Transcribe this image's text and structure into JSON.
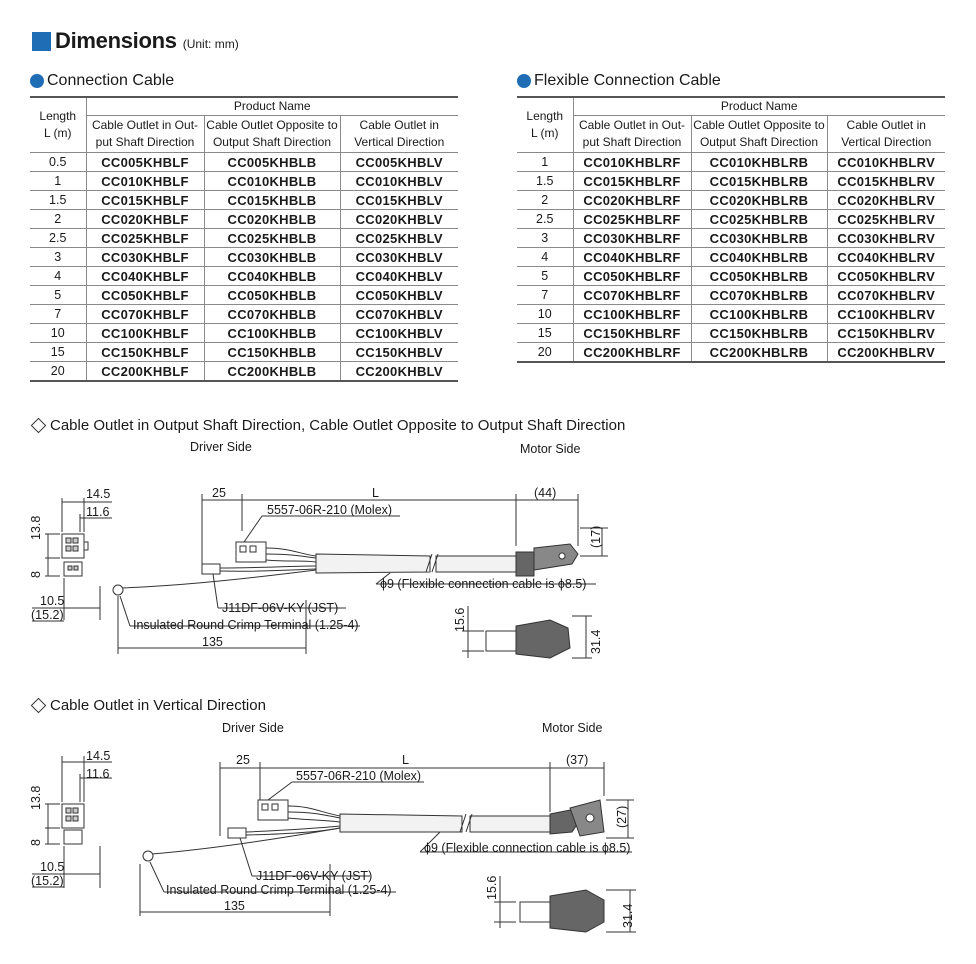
{
  "title": "Dimensions",
  "unit": "(Unit: mm)",
  "table_left": {
    "heading": "Connection Cable",
    "length_header": [
      "Length",
      "L (m)"
    ],
    "product_name_header": "Product Name",
    "col_headers": [
      [
        "Cable Outlet in Out-",
        "put Shaft Direction"
      ],
      [
        "Cable Outlet Opposite to",
        "Output Shaft Direction"
      ],
      [
        "Cable Outlet in",
        "Vertical Direction"
      ]
    ],
    "rows": [
      [
        "0.5",
        "CC005KHBLF",
        "CC005KHBLB",
        "CC005KHBLV"
      ],
      [
        "1",
        "CC010KHBLF",
        "CC010KHBLB",
        "CC010KHBLV"
      ],
      [
        "1.5",
        "CC015KHBLF",
        "CC015KHBLB",
        "CC015KHBLV"
      ],
      [
        "2",
        "CC020KHBLF",
        "CC020KHBLB",
        "CC020KHBLV"
      ],
      [
        "2.5",
        "CC025KHBLF",
        "CC025KHBLB",
        "CC025KHBLV"
      ],
      [
        "3",
        "CC030KHBLF",
        "CC030KHBLB",
        "CC030KHBLV"
      ],
      [
        "4",
        "CC040KHBLF",
        "CC040KHBLB",
        "CC040KHBLV"
      ],
      [
        "5",
        "CC050KHBLF",
        "CC050KHBLB",
        "CC050KHBLV"
      ],
      [
        "7",
        "CC070KHBLF",
        "CC070KHBLB",
        "CC070KHBLV"
      ],
      [
        "10",
        "CC100KHBLF",
        "CC100KHBLB",
        "CC100KHBLV"
      ],
      [
        "15",
        "CC150KHBLF",
        "CC150KHBLB",
        "CC150KHBLV"
      ],
      [
        "20",
        "CC200KHBLF",
        "CC200KHBLB",
        "CC200KHBLV"
      ]
    ]
  },
  "table_right": {
    "heading": "Flexible Connection Cable",
    "length_header": [
      "Length",
      "L (m)"
    ],
    "product_name_header": "Product Name",
    "col_headers": [
      [
        "Cable Outlet in Out-",
        "put Shaft Direction"
      ],
      [
        "Cable Outlet Opposite to",
        "Output Shaft Direction"
      ],
      [
        "Cable Outlet in",
        "Vertical Direction"
      ]
    ],
    "rows": [
      [
        "1",
        "CC010KHBLRF",
        "CC010KHBLRB",
        "CC010KHBLRV"
      ],
      [
        "1.5",
        "CC015KHBLRF",
        "CC015KHBLRB",
        "CC015KHBLRV"
      ],
      [
        "2",
        "CC020KHBLRF",
        "CC020KHBLRB",
        "CC020KHBLRV"
      ],
      [
        "2.5",
        "CC025KHBLRF",
        "CC025KHBLRB",
        "CC025KHBLRV"
      ],
      [
        "3",
        "CC030KHBLRF",
        "CC030KHBLRB",
        "CC030KHBLRV"
      ],
      [
        "4",
        "CC040KHBLRF",
        "CC040KHBLRB",
        "CC040KHBLRV"
      ],
      [
        "5",
        "CC050KHBLRF",
        "CC050KHBLRB",
        "CC050KHBLRV"
      ],
      [
        "7",
        "CC070KHBLRF",
        "CC070KHBLRB",
        "CC070KHBLRV"
      ],
      [
        "10",
        "CC100KHBLRF",
        "CC100KHBLRB",
        "CC100KHBLRV"
      ],
      [
        "15",
        "CC150KHBLRF",
        "CC150KHBLRB",
        "CC150KHBLRV"
      ],
      [
        "20",
        "CC200KHBLRF",
        "CC200KHBLRB",
        "CC200KHBLRV"
      ]
    ]
  },
  "drawing1": {
    "heading": "Cable Outlet in Output Shaft Direction, Cable Outlet Opposite to Output Shaft Direction",
    "driver_side": "Driver Side",
    "motor_side": "Motor Side",
    "dim_14_5": "14.5",
    "dim_11_6": "11.6",
    "dim_13_8": "13.8",
    "dim_8": "8",
    "dim_10_5": "10.5",
    "dim_15_2": "(15.2)",
    "dim_25": "25",
    "dim_L": "L",
    "dim_motor_len": "(44)",
    "dim_motor_h": "(17)",
    "connector_molex": "5557-06R-210 (Molex)",
    "connector_jst": "J11DF-06V-KY (JST)",
    "terminal": "Insulated Round Crimp Terminal (1.25-4)",
    "dim_135": "135",
    "cable_dia": "ϕ9 (Flexible connection cable is ϕ8.5)",
    "dim_15_6": "15.6",
    "dim_31_4": "31.4"
  },
  "drawing2": {
    "heading": "Cable Outlet in Vertical Direction",
    "driver_side": "Driver Side",
    "motor_side": "Motor Side",
    "dim_14_5": "14.5",
    "dim_11_6": "11.6",
    "dim_13_8": "13.8",
    "dim_8": "8",
    "dim_10_5": "10.5",
    "dim_15_2": "(15.2)",
    "dim_25": "25",
    "dim_L": "L",
    "dim_motor_len": "(37)",
    "dim_motor_h": "(27)",
    "connector_molex": "5557-06R-210 (Molex)",
    "connector_jst": "J11DF-06V-KY (JST)",
    "terminal": "Insulated Round Crimp Terminal (1.25-4)",
    "dim_135": "135",
    "cable_dia": "ϕ9 (Flexible connection cable is ϕ8.5)",
    "dim_15_6": "15.6",
    "dim_31_4": "31.4"
  },
  "colors": {
    "accent": "#1f6db5"
  }
}
